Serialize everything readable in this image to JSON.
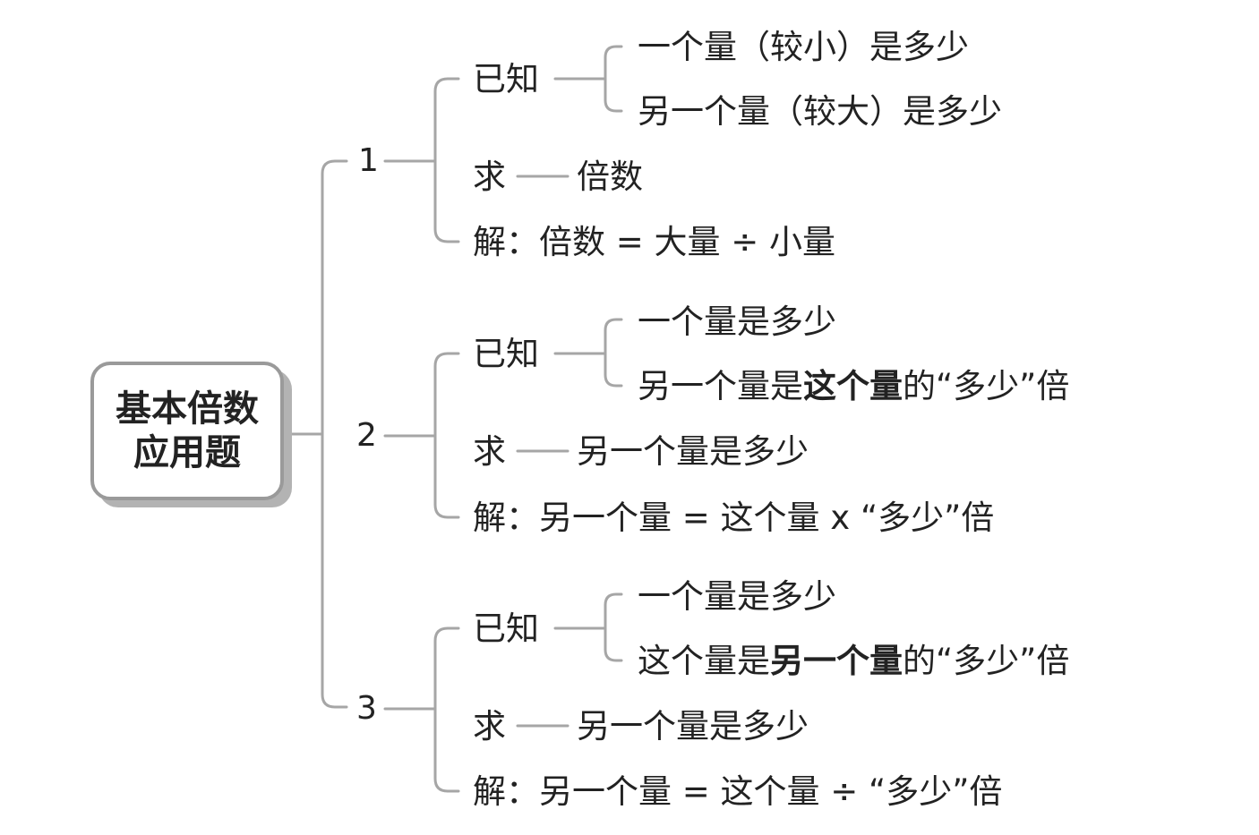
{
  "root": {
    "line1": "基本倍数",
    "line2": "应用题"
  },
  "branches": [
    {
      "number": "1",
      "known_label": "已知",
      "known": [
        [
          {
            "text": "一个量（较小）是多少",
            "bold": false
          }
        ],
        [
          {
            "text": "另一个量（较大）是多少",
            "bold": false
          }
        ]
      ],
      "seek_label": "求",
      "seek": "倍数",
      "solve_label": "解：",
      "solve": "倍数 = 大量 ÷ 小量"
    },
    {
      "number": "2",
      "known_label": "已知",
      "known": [
        [
          {
            "text": "一个量是多少",
            "bold": false
          }
        ],
        [
          {
            "text": "另一个量是",
            "bold": false
          },
          {
            "text": "这个量",
            "bold": true
          },
          {
            "text": "的“多少”倍",
            "bold": false
          }
        ]
      ],
      "seek_label": "求",
      "seek": "另一个量是多少",
      "solve_label": "解：",
      "solve": "另一个量 = 这个量 x “多少”倍"
    },
    {
      "number": "3",
      "known_label": "已知",
      "known": [
        [
          {
            "text": "一个量是多少",
            "bold": false
          }
        ],
        [
          {
            "text": "这个量是",
            "bold": false
          },
          {
            "text": "另一个量",
            "bold": true
          },
          {
            "text": "的“多少”倍",
            "bold": false
          }
        ]
      ],
      "seek_label": "求",
      "seek": "另一个量是多少",
      "solve_label": "解：",
      "solve": "另一个量 = 这个量 ÷ “多少”倍"
    }
  ],
  "colors": {
    "line": "#a6a6a6",
    "text": "#222222",
    "root_border": "#9a9a9a",
    "root_shadow": "#b3b3b3"
  }
}
